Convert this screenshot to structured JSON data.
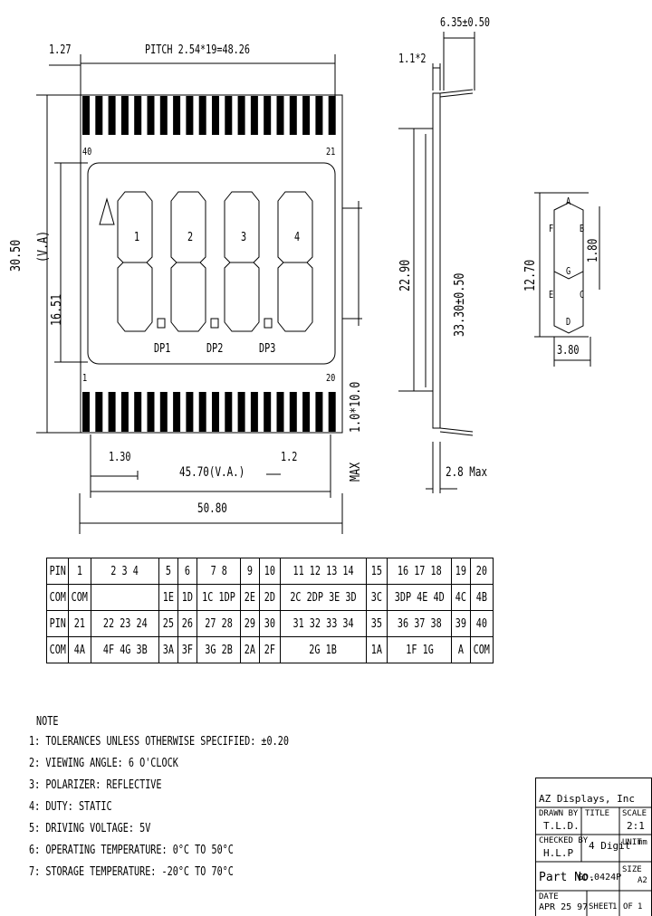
{
  "drawing": {
    "dims": {
      "pin_offset": "1.27",
      "pitch": "PITCH 2.54*19=48.26",
      "overall_height": "30.50",
      "va_height": "(V.A)",
      "digit_height": "16.51",
      "va_left": "1.30",
      "pin_width": "1.2",
      "va_width": "45.70(V.A.)",
      "overall_width": "50.80",
      "pin_length": "1.0*10.0",
      "pin_length_max": "MAX",
      "side_depth": "6.35±0.50",
      "side_pin": "1.1*2",
      "side_glass": "22.90",
      "side_total": "33.30±0.50",
      "side_max": "2.8 Max",
      "digit_h": "12.70",
      "seg_w": "1.80",
      "digit_w": "3.80"
    },
    "labels": {
      "pin_40": "40",
      "pin_21": "21",
      "pin_1": "1",
      "pin_20": "20",
      "dp1": "DP1",
      "dp2": "DP2",
      "dp3": "DP3",
      "digits": [
        "1",
        "2",
        "3",
        "4"
      ],
      "seg_a": "A",
      "seg_f": "F",
      "seg_b": "B",
      "seg_g": "G",
      "seg_e": "E",
      "seg_c": "C",
      "seg_d": "D"
    }
  },
  "pin_table": {
    "rows": [
      [
        "PIN",
        "1",
        "2 3 4",
        "5",
        "6",
        "7 8",
        "9",
        "10",
        "11 12 13 14",
        "15",
        "16 17 18",
        "19",
        "20"
      ],
      [
        "COM",
        "COM",
        "",
        "1E",
        "1D",
        "1C 1DP",
        "2E",
        "2D",
        "2C 2DP 3E 3D",
        "3C",
        "3DP 4E 4D",
        "4C",
        "4B"
      ],
      [
        "PIN",
        "21",
        "22 23 24",
        "25",
        "26",
        "27 28",
        "29",
        "30",
        "31 32 33 34",
        "35",
        "36 37 38",
        "39",
        "40"
      ],
      [
        "COM",
        "4A",
        "4F 4G 3B",
        "3A",
        "3F",
        "3G 2B",
        "2A",
        "2F",
        "2G 1B",
        "1A",
        "1F 1G",
        "A",
        "COM"
      ]
    ]
  },
  "notes": {
    "title": "NOTE",
    "items": [
      "1: TOLERANCES UNLESS OTHERWISE SPECIFIED: ±0.20",
      "2: VIEWING ANGLE: 6 O'CLOCK",
      "3: POLARIZER: REFLECTIVE",
      "4: DUTY: STATIC",
      "5: DRIVING VOLTAGE: 5V",
      "6: OPERATING TEMPERATURE: 0°C TO 50°C",
      "7: STORAGE TEMPERATURE: -20°C TO 70°C"
    ]
  },
  "title_block": {
    "company": "AZ Displays, Inc",
    "drawn_by_label": "DRAWN BY",
    "drawn_by": "T.L.D.",
    "title_label": "TITLE",
    "title": "4 Digit",
    "scale_label": "SCALE",
    "scale": "2:1",
    "checked_label": "CHECKED BY",
    "checked": "H.L.P",
    "unit_label": "UNIT",
    "unit": "mm",
    "part_label": "Part No.",
    "part_no": "GD-0424P",
    "size_label": "SIZE",
    "size": "A2",
    "date_label": "DATE",
    "date": "APR 25 97",
    "sheet_label": "SHEET",
    "sheet": "1",
    "of_label": "OF",
    "of": "1"
  }
}
